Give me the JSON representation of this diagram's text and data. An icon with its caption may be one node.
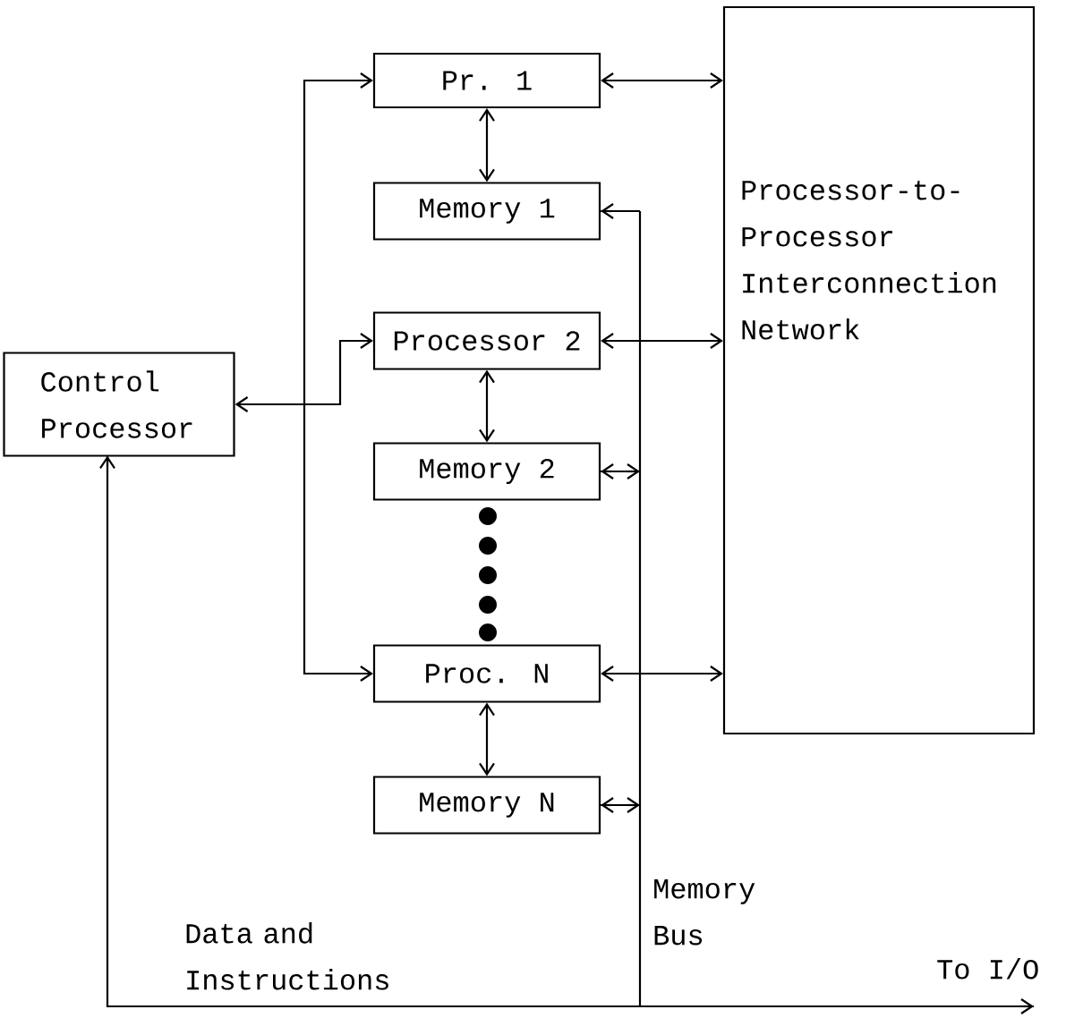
{
  "diagram": {
    "nodes": [
      {
        "text": [
          "Pr. 1"
        ]
      },
      {
        "text": [
          "Memory 1"
        ]
      },
      {
        "text": [
          "Processor 2"
        ]
      },
      {
        "text": [
          "Memory 2"
        ]
      },
      {
        "text": [
          "Proc. N"
        ]
      },
      {
        "text": [
          "Memory N"
        ]
      },
      {
        "text": [
          "Control Processor"
        ]
      },
      {
        "text": [
          "Processor-to- Processor Interconnection Network"
        ]
      },
      {
        "text": [
          "To I/O"
        ]
      }
    ],
    "edges": [
      {
        "from": 0,
        "to": 7,
        "arrow": "both"
      },
      {
        "from": 0,
        "to": 1,
        "arrow": "both"
      },
      {
        "from": 2,
        "to": 7,
        "arrow": "both"
      },
      {
        "from": 2,
        "to": 3,
        "arrow": "both"
      },
      {
        "from": 4,
        "to": 7,
        "arrow": "both"
      },
      {
        "from": 4,
        "to": 5,
        "arrow": "both"
      },
      {
        "from": 6,
        "to": 0,
        "arrow": "both"
      },
      {
        "from": 6,
        "to": 2,
        "arrow": "both"
      },
      {
        "from": 6,
        "to": 4,
        "arrow": "both"
      },
      {
        "from": 1,
        "to": 6,
        "arrow": "both"
      },
      {
        "from": 3,
        "to": 6,
        "arrow": "both"
      },
      {
        "from": 5,
        "to": 6,
        "arrow": "both"
      },
      {
        "from": 1,
        "to": 8,
        "arrow": "both"
      },
      {
        "from": 3,
        "to": 8,
        "arrow": "both"
      },
      {
        "from": 5,
        "to": 8,
        "arrow": "both"
      }
    ],
    "labels": [
      "Memory Bus",
      "Data and Instructions"
    ]
  }
}
